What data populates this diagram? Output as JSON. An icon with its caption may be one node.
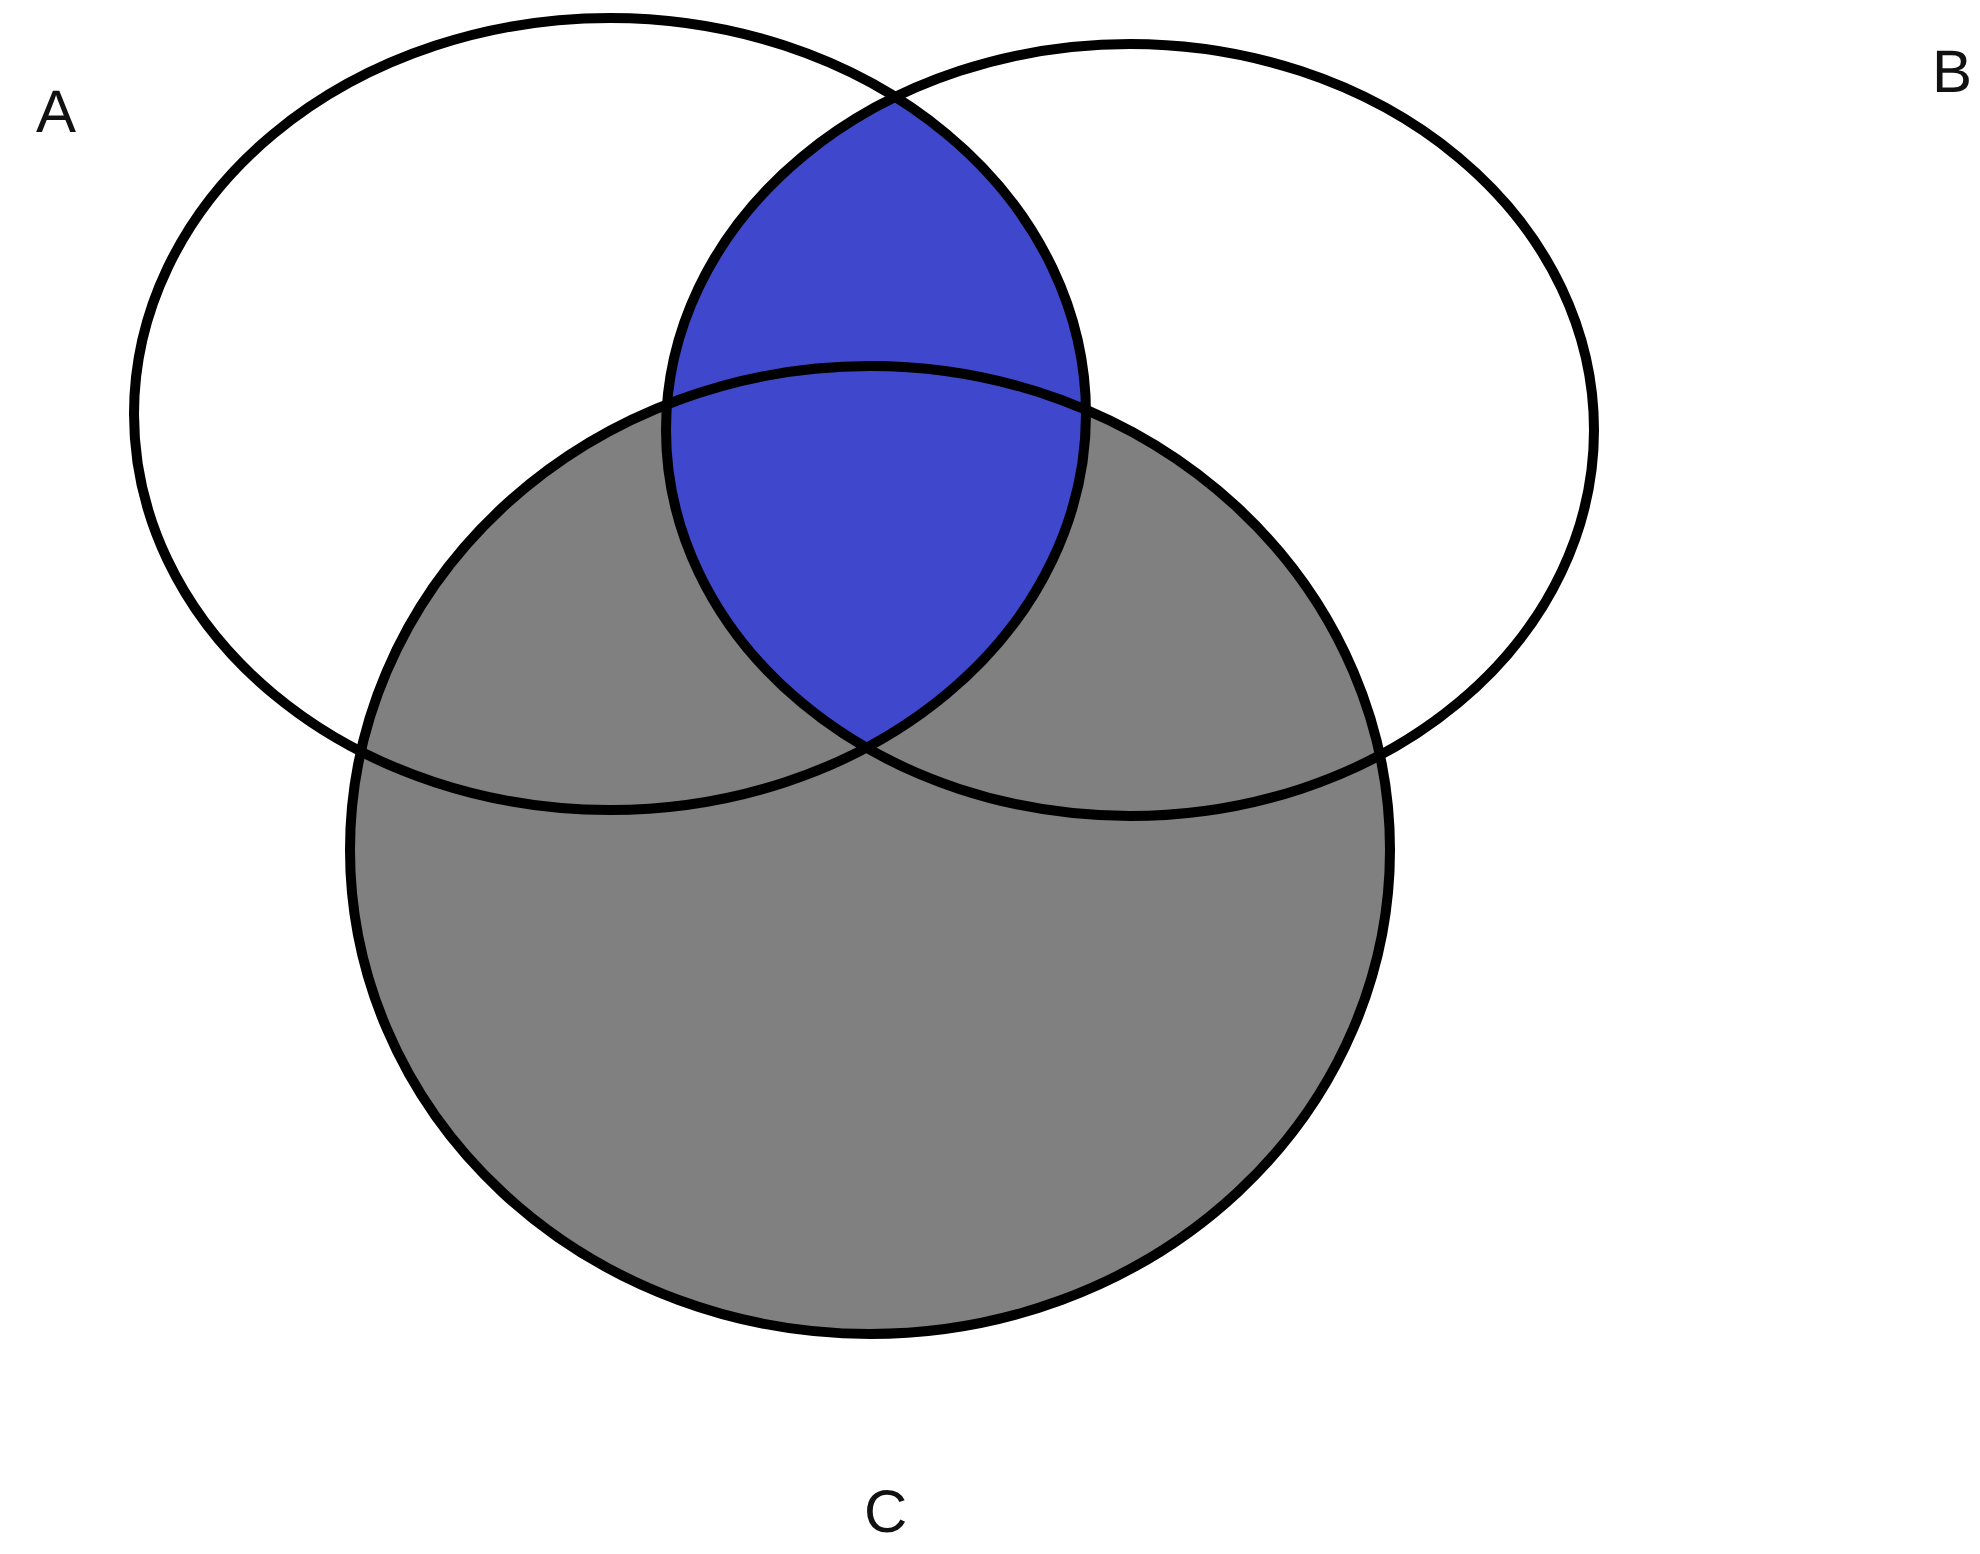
{
  "diagram": {
    "nodes": [
      {
        "text": [],
        "shape": "circle"
      },
      {
        "text": [],
        "shape": "circle"
      },
      {
        "text": [],
        "shape": "circle"
      }
    ],
    "labels": [
      "A",
      "B",
      "C"
    ]
  }
}
